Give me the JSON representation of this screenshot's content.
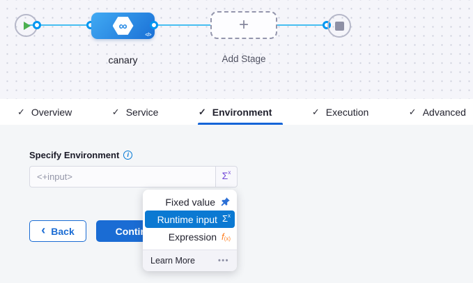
{
  "pipeline": {
    "stage_name": "canary",
    "add_stage_label": "Add Stage"
  },
  "tabs": [
    {
      "label": "Overview",
      "checked": true,
      "active": false
    },
    {
      "label": "Service",
      "checked": true,
      "active": false
    },
    {
      "label": "Environment",
      "checked": true,
      "active": true
    },
    {
      "label": "Execution",
      "checked": true,
      "active": false
    },
    {
      "label": "Advanced",
      "checked": true,
      "active": false
    }
  ],
  "form": {
    "label": "Specify Environment",
    "input_placeholder": "<+input>",
    "input_value": ""
  },
  "dropdown": {
    "items": [
      {
        "label": "Fixed value",
        "icon": "pin-icon",
        "selected": false
      },
      {
        "label": "Runtime input",
        "icon": "sigma-icon",
        "selected": true
      },
      {
        "label": "Expression",
        "icon": "fx-icon",
        "selected": false
      }
    ],
    "footer": {
      "learn_more": "Learn More",
      "more": "•••"
    }
  },
  "buttons": {
    "back": "Back",
    "continue": "Continue"
  },
  "icons": {
    "check": "✓",
    "plus": "+",
    "infinity": "∞",
    "code": "</>",
    "info": "i",
    "back_chevron": "‹",
    "sigma": "Σ",
    "sigma_sup": "x",
    "fx_f": "f",
    "fx_sub": "(x)"
  },
  "colors": {
    "primary_blue": "#1a6cd4",
    "selected_row_blue": "#0b79d2",
    "tab_underline_blue": "#1565d8",
    "edge_blue": "#47bef1",
    "connector_ring_blue": "#0096f1",
    "node_gradient_start": "#41aaf3",
    "node_gradient_end": "#1a70d6",
    "sigma_purple": "#7146d8",
    "fx_orange": "#ff7d1f",
    "play_green": "#4caf50",
    "stop_gray": "#8e90a5"
  }
}
